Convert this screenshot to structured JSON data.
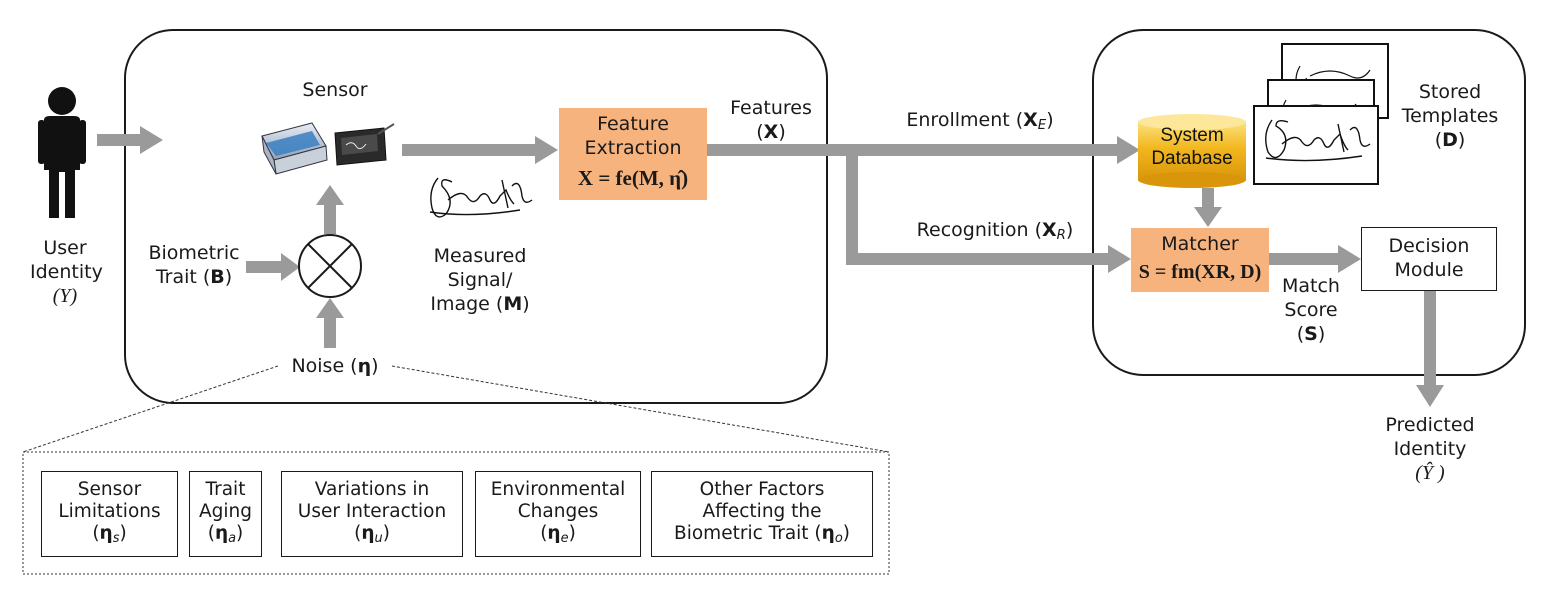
{
  "user": {
    "line1": "User",
    "line2": "Identity",
    "symbol": "(Y)"
  },
  "sensor": {
    "label": "Sensor"
  },
  "biometric_trait": {
    "line1": "Biometric",
    "line2": "Trait (",
    "symbol": "B",
    "close": ")"
  },
  "noise": {
    "label": "Noise (",
    "symbol": "η",
    "close": ")"
  },
  "measured": {
    "line1": "Measured",
    "line2": "Signal/",
    "line3": "Image (",
    "symbol": "M",
    "close": ")"
  },
  "feature_extraction": {
    "line1": "Feature",
    "line2": "Extraction",
    "equation": "X = fe(M, η̂)"
  },
  "features": {
    "line1": "Features",
    "open": "(",
    "symbol": "X",
    "close": ")"
  },
  "enrollment": {
    "text": "Enrollment (",
    "symbol": "X",
    "sub": "E",
    "close": ")"
  },
  "recognition": {
    "text": "Recognition (",
    "symbol": "X",
    "sub": "R",
    "close": ")"
  },
  "system_database": {
    "line1": "System",
    "line2": "Database"
  },
  "stored_templates": {
    "line1": "Stored",
    "line2": "Templates",
    "open": "(",
    "symbol": "D",
    "close": ")"
  },
  "matcher": {
    "label": "Matcher",
    "equation": "S = fm(XR, D)"
  },
  "match_score": {
    "line1": "Match",
    "line2": "Score",
    "open": "(",
    "symbol": "S",
    "close": ")"
  },
  "decision": {
    "line1": "Decision",
    "line2": "Module"
  },
  "predicted": {
    "line1": "Predicted",
    "line2": "Identity",
    "symbol": "(Ŷ )"
  },
  "noise_factors": [
    {
      "lines": [
        "Sensor",
        "Limitations"
      ],
      "sub": "s"
    },
    {
      "lines": [
        "Trait",
        "Aging"
      ],
      "sub": "a"
    },
    {
      "lines": [
        "Variations in",
        "User Interaction"
      ],
      "sub": "u"
    },
    {
      "lines": [
        "Environmental",
        "Changes"
      ],
      "sub": "e"
    },
    {
      "lines": [
        "Other Factors",
        "Affecting the",
        "Biometric Trait ("
      ],
      "sub": "o"
    }
  ],
  "colors": {
    "arrow": "#9a9a9a",
    "orange_box": "#f6b37e",
    "database_gold": "#f2b71f",
    "outline": "#1a1a1a"
  },
  "icons": [
    "person-icon",
    "scanner-icon",
    "signature-pad-icon",
    "signature-image",
    "summing-junction-icon",
    "database-cylinder-icon"
  ]
}
